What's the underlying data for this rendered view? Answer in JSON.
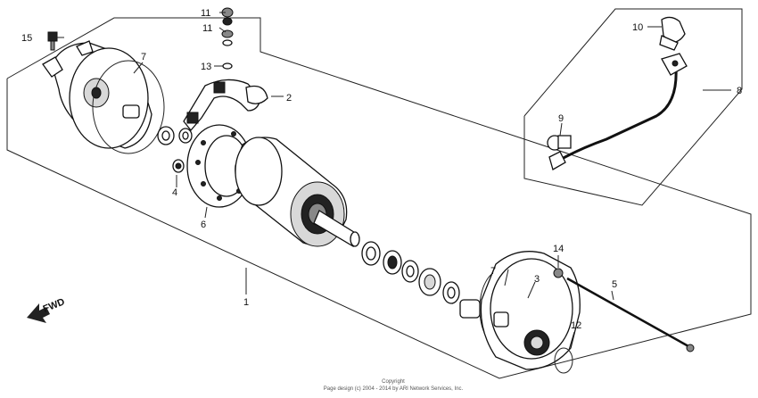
{
  "diagram": {
    "callouts": {
      "c1": "1",
      "c2": "2",
      "c3": "3",
      "c4": "4",
      "c5": "5",
      "c6": "6",
      "c7a": "7",
      "c7b": "7",
      "c8": "8",
      "c9": "9",
      "c10": "10",
      "c11a": "11",
      "c11b": "11",
      "c12": "12",
      "c13": "13",
      "c14": "14",
      "c15": "15"
    },
    "fwd_label": "FWD",
    "copyright_line1": "Copyright",
    "copyright_line2": "Page design (c) 2004 - 2014 by ARI Network Services, Inc."
  }
}
